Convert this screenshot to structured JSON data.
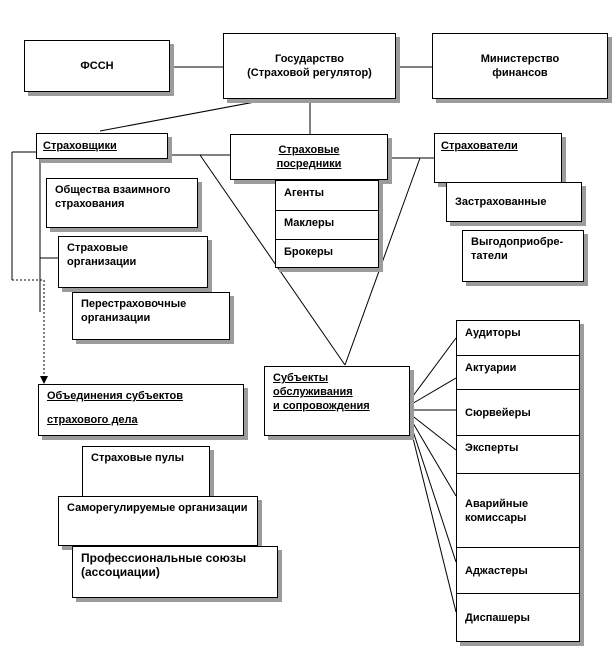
{
  "top": {
    "fssn": "ФССН",
    "state_line1": "Государство",
    "state_line2": "(Страховой регулятор)",
    "minfin_line1": "Министерство",
    "minfin_line2": "финансов"
  },
  "insurers": {
    "title": "Страховщики",
    "items": [
      "Общества взаимного страхования",
      "Страховые организации",
      "Перестраховочные организации"
    ]
  },
  "intermediaries": {
    "title_line1": "Страховые",
    "title_line2": "посредники",
    "items": [
      "Агенты",
      "Маклеры",
      "Брокеры"
    ]
  },
  "policyholders": {
    "title": "Страхователи",
    "items": [
      "Застрахованные",
      "Выгодоприобре-татели"
    ]
  },
  "associations": {
    "title_line1": "Объединения субъектов",
    "title_line2": "страхового дела",
    "items": [
      "Страховые пулы",
      "Саморегулируемые организации",
      "Профессиональные союзы (ассоциации)"
    ]
  },
  "service": {
    "title_line1": "Субъекты",
    "title_line2": "обслуживания",
    "title_line3": "и сопровождения",
    "items": [
      "Аудиторы",
      "Актуарии",
      "Сюрвейеры",
      "Эксперты",
      "Аварийные комиссары",
      "Аджастеры",
      "Диспашеры"
    ]
  }
}
